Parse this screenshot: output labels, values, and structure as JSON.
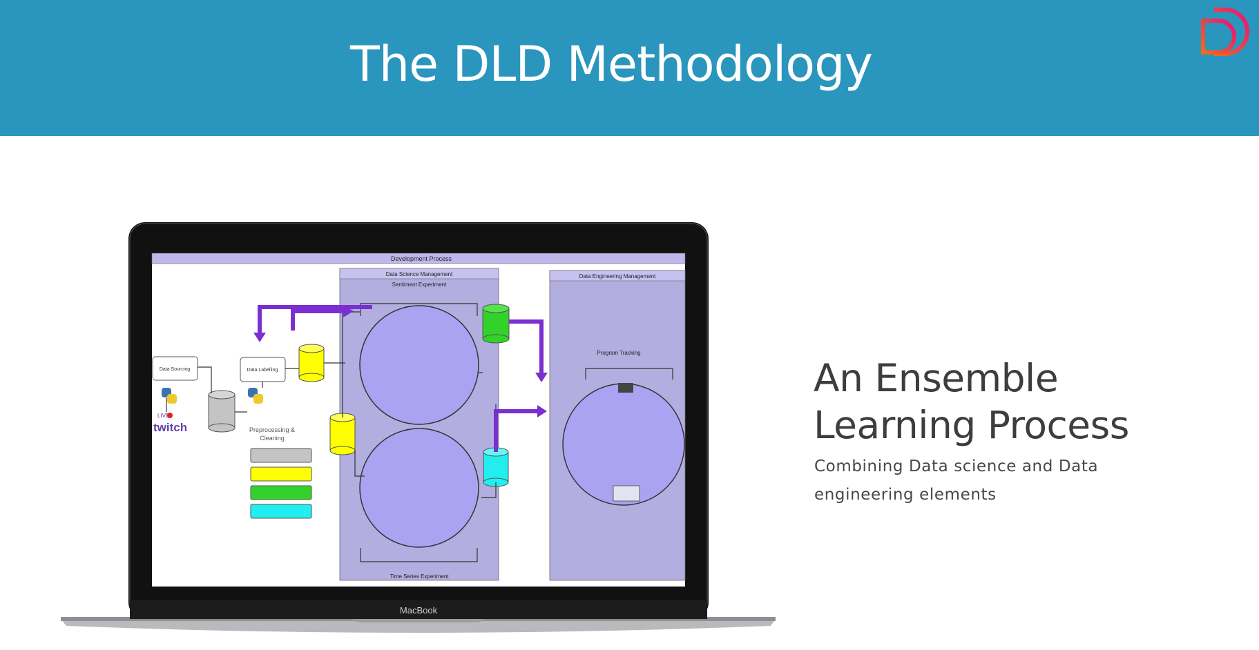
{
  "slide": {
    "title": "The DLD Methodology",
    "headline_line1": "An Ensemble",
    "headline_line2": "Learning Process",
    "subtitle_line1": "Combining Data science and Data",
    "subtitle_line2": "engineering elements"
  },
  "laptop": {
    "brand": "MacBook"
  },
  "diagram": {
    "title": "Development Process",
    "ds_management": "Data Science Management",
    "sentiment_experiment": "Sentiment Experiment",
    "time_series_experiment": "Time Series Experiment",
    "de_management": "Data Engineering Management",
    "program_tracking": "Program Tracking",
    "data_sourcing": "Data Sourcing",
    "data_labelling": "Data Labelling",
    "preprocessing_line1": "Preprocessing &",
    "preprocessing_line2": "Cleaning",
    "live_label": "LIVE",
    "twitch_label": "twitch"
  },
  "colors": {
    "header": "#2a95bd",
    "headline": "#3d3d3d",
    "diagram_panel": "#b3aee0",
    "circle": "#a9a3f2",
    "arrow": "#7b2fd0",
    "yellow": "#ffff00",
    "green": "#32d22a",
    "cyan": "#22eef0"
  }
}
